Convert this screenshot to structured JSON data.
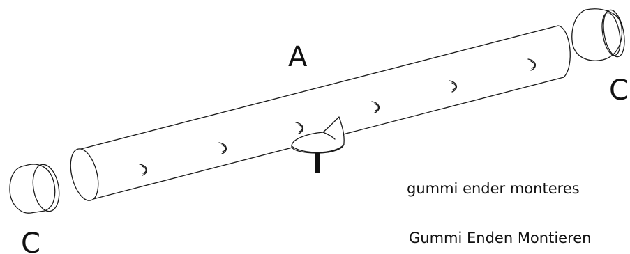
{
  "labels": {
    "tube": "A",
    "cap_left": "C",
    "cap_right": "C",
    "note_norwegian": "gummi ender monteres",
    "note_german": "Gummi Enden Montieren"
  }
}
